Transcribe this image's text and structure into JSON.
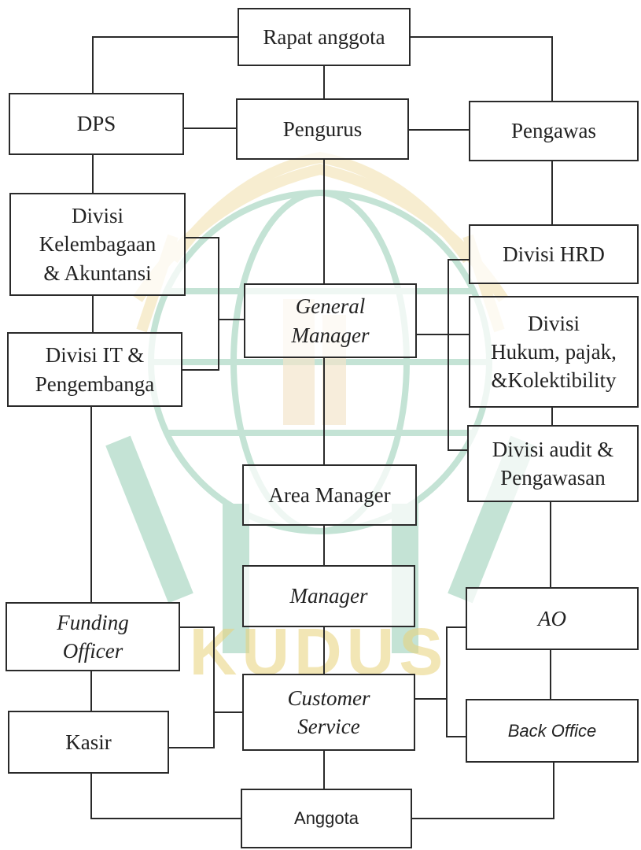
{
  "diagram": {
    "nodes": {
      "rapat_anggota": "Rapat anggota",
      "dps": "DPS",
      "pengurus": "Pengurus",
      "pengawas": "Pengawas",
      "divisi_kelembagaan": "Divisi\nKelembagaan\n& Akuntansi",
      "divisi_it": "Divisi IT &\nPengembanga",
      "general_manager": "General\nManager",
      "divisi_hrd": "Divisi HRD",
      "divisi_hukum": "Divisi\nHukum, pajak,\n&Kolektibility",
      "divisi_audit": "Divisi audit &\nPengawasan",
      "area_manager": "Area Manager",
      "manager": "Manager",
      "funding_officer": "Funding\nOfficer",
      "ao": "AO",
      "kasir": "Kasir",
      "customer_service": "Customer\nService",
      "back_office": "Back Office",
      "anggota": "Anggota"
    },
    "watermark_text": "KUDUS",
    "colors": {
      "line": "#2a2a2a",
      "watermark_green": "#2e9e6b",
      "watermark_gold": "#e3c25a"
    }
  }
}
